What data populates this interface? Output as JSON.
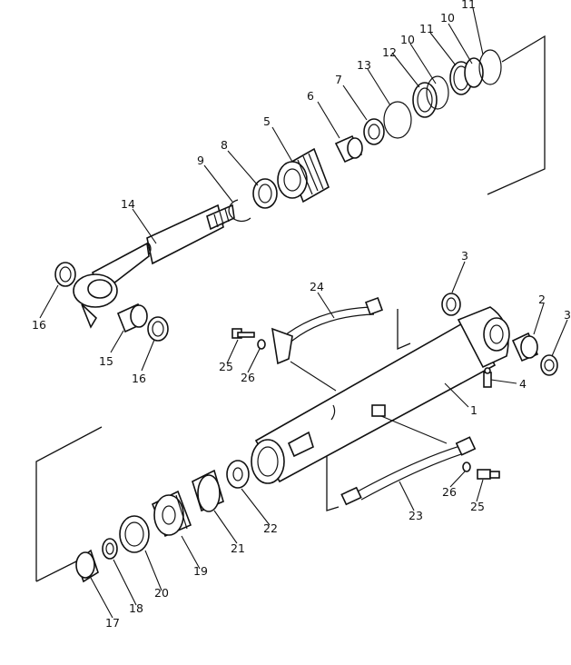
{
  "callouts": {
    "c1": "1",
    "c2": "2",
    "c3a": "3",
    "c3b": "3",
    "c4": "4",
    "c5": "5",
    "c6": "6",
    "c7": "7",
    "c8": "8",
    "c9": "9",
    "c10a": "10",
    "c10b": "10",
    "c11a": "11",
    "c11b": "11",
    "c12": "12",
    "c13": "13",
    "c14": "14",
    "c15": "15",
    "c16a": "16",
    "c16b": "16",
    "c17": "17",
    "c18": "18",
    "c19": "19",
    "c20": "20",
    "c21": "21",
    "c22": "22",
    "c23": "23",
    "c24": "24",
    "c25a": "25",
    "c25b": "25",
    "c26a": "26",
    "c26b": "26"
  },
  "colors": {
    "line": "#111111",
    "background": "#ffffff"
  }
}
